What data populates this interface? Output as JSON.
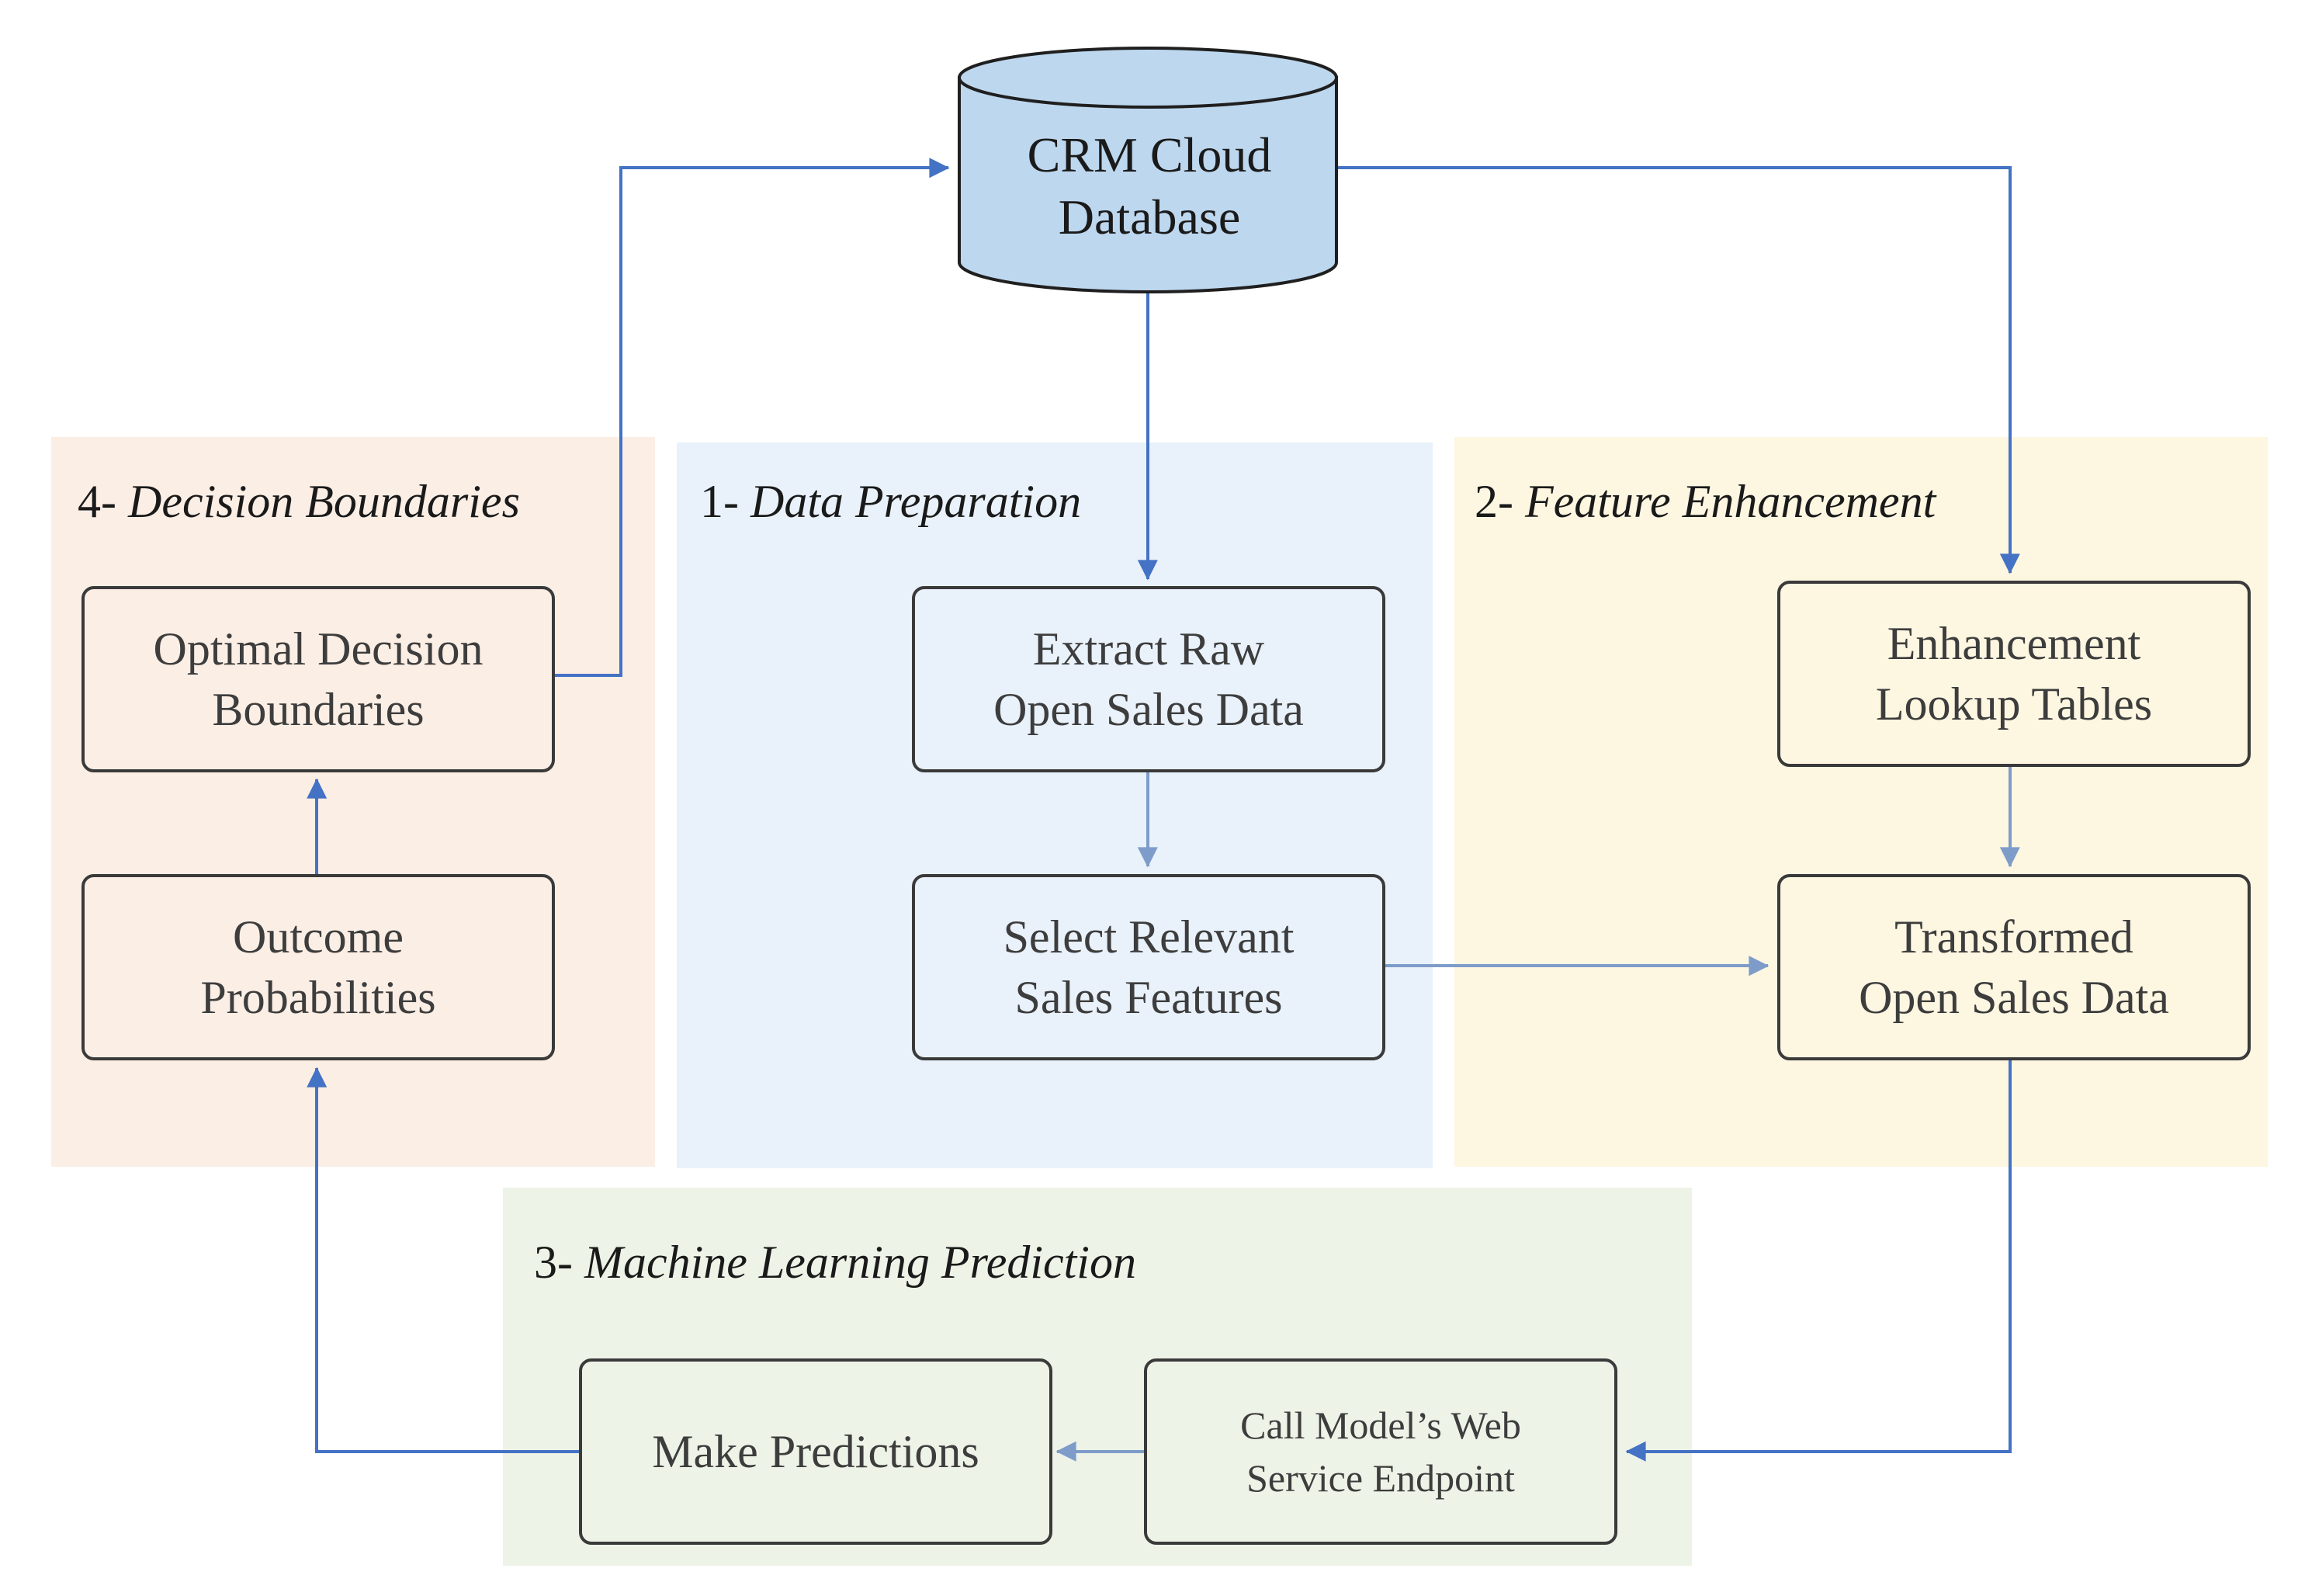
{
  "database": {
    "line1": "CRM Cloud",
    "line2": "Database"
  },
  "panels": {
    "decision": {
      "number": "4- ",
      "name": "Decision Boundaries"
    },
    "preparation": {
      "number": "1- ",
      "name": "Data Preparation"
    },
    "enhancement": {
      "number": "2- ",
      "name": "Feature Enhancement"
    },
    "prediction": {
      "number": "3- ",
      "name": "Machine Learning Prediction"
    }
  },
  "nodes": {
    "optimal_boundaries": {
      "line1": "Optimal Decision",
      "line2": "Boundaries"
    },
    "outcome_probabilities": {
      "line1": "Outcome",
      "line2": "Probabilities"
    },
    "extract_raw": {
      "line1": "Extract Raw",
      "line2": "Open Sales Data"
    },
    "select_features": {
      "line1": "Select Relevant",
      "line2": "Sales Features"
    },
    "lookup_tables": {
      "line1": "Enhancement",
      "line2": "Lookup Tables"
    },
    "transformed_data": {
      "line1": "Transformed",
      "line2": "Open Sales Data"
    },
    "make_predictions": {
      "line1": "Make Predictions"
    },
    "call_endpoint": {
      "line1": "Call Model’s Web",
      "line2": "Service Endpoint"
    }
  },
  "colors": {
    "panel_decision": "#fbeee5",
    "panel_preparation": "#e9f1fa",
    "panel_enhancement": "#fdf6e1",
    "panel_prediction": "#edf3e7",
    "database_fill": "#bdd7ee",
    "connector_strong": "#4472c4",
    "connector_soft": "#7e9cc9"
  }
}
